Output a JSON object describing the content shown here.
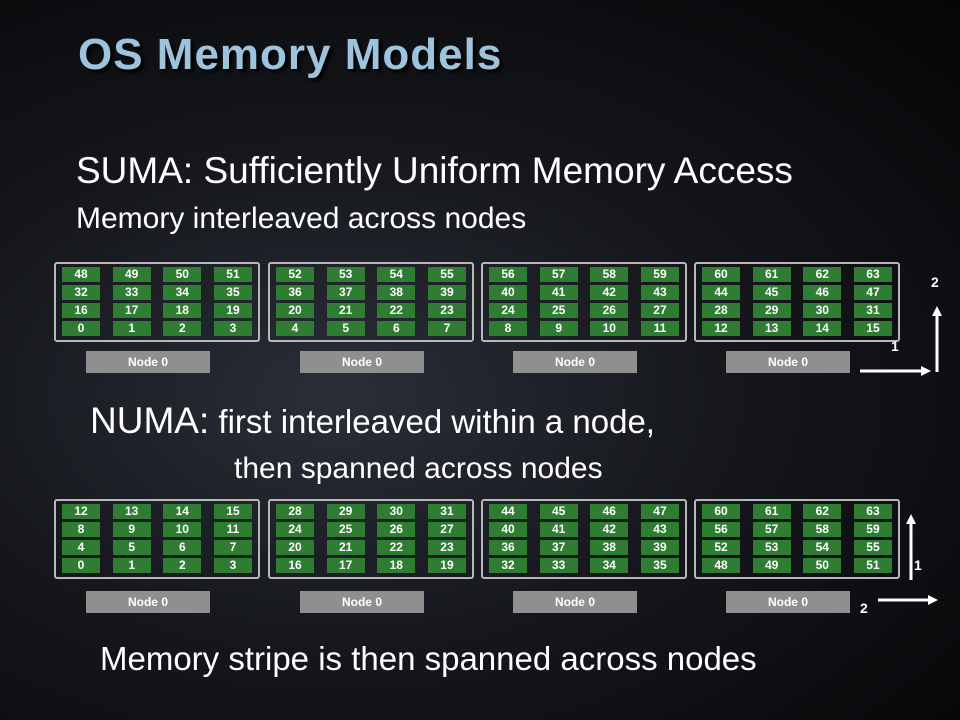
{
  "title": "OS Memory Models",
  "suma": {
    "heading": "SUMA: Sufficiently Uniform Memory Access",
    "subheading": "Memory interleaved across nodes",
    "nodes": [
      {
        "label": "Node 0",
        "rows": [
          [
            "48",
            "49",
            "50",
            "51"
          ],
          [
            "32",
            "33",
            "34",
            "35"
          ],
          [
            "16",
            "17",
            "18",
            "19"
          ],
          [
            "0",
            "1",
            "2",
            "3"
          ]
        ]
      },
      {
        "label": "Node 0",
        "rows": [
          [
            "52",
            "53",
            "54",
            "55"
          ],
          [
            "36",
            "37",
            "38",
            "39"
          ],
          [
            "20",
            "21",
            "22",
            "23"
          ],
          [
            "4",
            "5",
            "6",
            "7"
          ]
        ]
      },
      {
        "label": "Node 0",
        "rows": [
          [
            "56",
            "57",
            "58",
            "59"
          ],
          [
            "40",
            "41",
            "42",
            "43"
          ],
          [
            "24",
            "25",
            "26",
            "27"
          ],
          [
            "8",
            "9",
            "10",
            "11"
          ]
        ]
      },
      {
        "label": "Node 0",
        "rows": [
          [
            "60",
            "61",
            "62",
            "63"
          ],
          [
            "44",
            "45",
            "46",
            "47"
          ],
          [
            "28",
            "29",
            "30",
            "31"
          ],
          [
            "12",
            "13",
            "14",
            "15"
          ]
        ]
      }
    ],
    "axis_label_up": "2",
    "axis_label_right": "1"
  },
  "numa": {
    "heading_prefix": "NUMA:",
    "heading_rest": " first interleaved within a node,",
    "heading_line2": "then spanned across nodes",
    "nodes": [
      {
        "label": "Node 0",
        "rows": [
          [
            "12",
            "13",
            "14",
            "15"
          ],
          [
            "8",
            "9",
            "10",
            "11"
          ],
          [
            "4",
            "5",
            "6",
            "7"
          ],
          [
            "0",
            "1",
            "2",
            "3"
          ]
        ]
      },
      {
        "label": "Node 0",
        "rows": [
          [
            "28",
            "29",
            "30",
            "31"
          ],
          [
            "24",
            "25",
            "26",
            "27"
          ],
          [
            "20",
            "21",
            "22",
            "23"
          ],
          [
            "16",
            "17",
            "18",
            "19"
          ]
        ]
      },
      {
        "label": "Node 0",
        "rows": [
          [
            "44",
            "45",
            "46",
            "47"
          ],
          [
            "40",
            "41",
            "42",
            "43"
          ],
          [
            "36",
            "37",
            "38",
            "39"
          ],
          [
            "32",
            "33",
            "34",
            "35"
          ]
        ]
      },
      {
        "label": "Node 0",
        "rows": [
          [
            "60",
            "61",
            "62",
            "63"
          ],
          [
            "56",
            "57",
            "58",
            "59"
          ],
          [
            "52",
            "53",
            "54",
            "55"
          ],
          [
            "48",
            "49",
            "50",
            "51"
          ]
        ]
      }
    ],
    "axis_label_up": "1",
    "axis_label_right": "2"
  },
  "footer": "Memory stripe is then spanned across nodes"
}
